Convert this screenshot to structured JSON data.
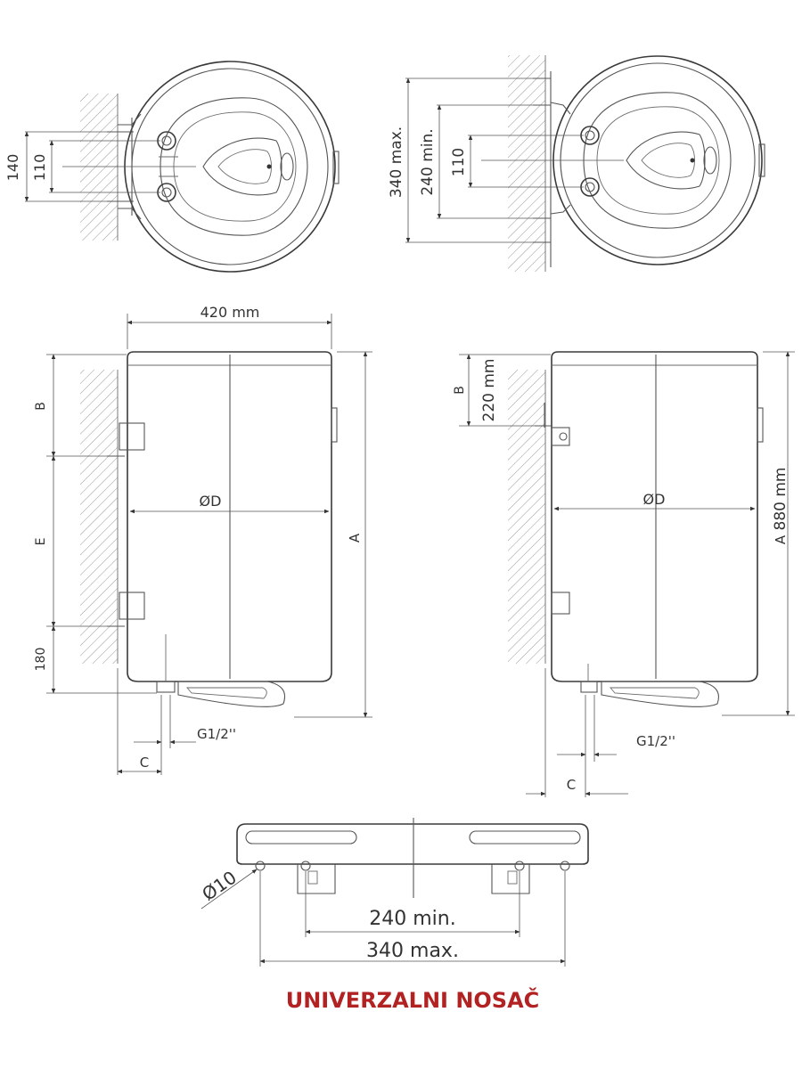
{
  "top_left_view": {
    "dim_outer": "140",
    "dim_inner": "110"
  },
  "top_right_view": {
    "dim_max": "340 max.",
    "dim_min": "240 min.",
    "dim_inner": "110"
  },
  "front_left_view": {
    "width": "420 mm",
    "label_b": "B",
    "label_e": "E",
    "label_180": "180",
    "diameter": "ØD",
    "label_a": "A",
    "thread": "G1/2''",
    "label_c": "C"
  },
  "front_right_view": {
    "label_b": "B",
    "label_220": "220 mm",
    "diameter": "ØD",
    "label_a": "A",
    "height": "880 mm",
    "thread": "G1/2''",
    "label_c": "C"
  },
  "bracket": {
    "hole": "Ø10",
    "min": "240 min.",
    "max": "340 max."
  },
  "caption": "UNIVERZALNI NOSAČ"
}
